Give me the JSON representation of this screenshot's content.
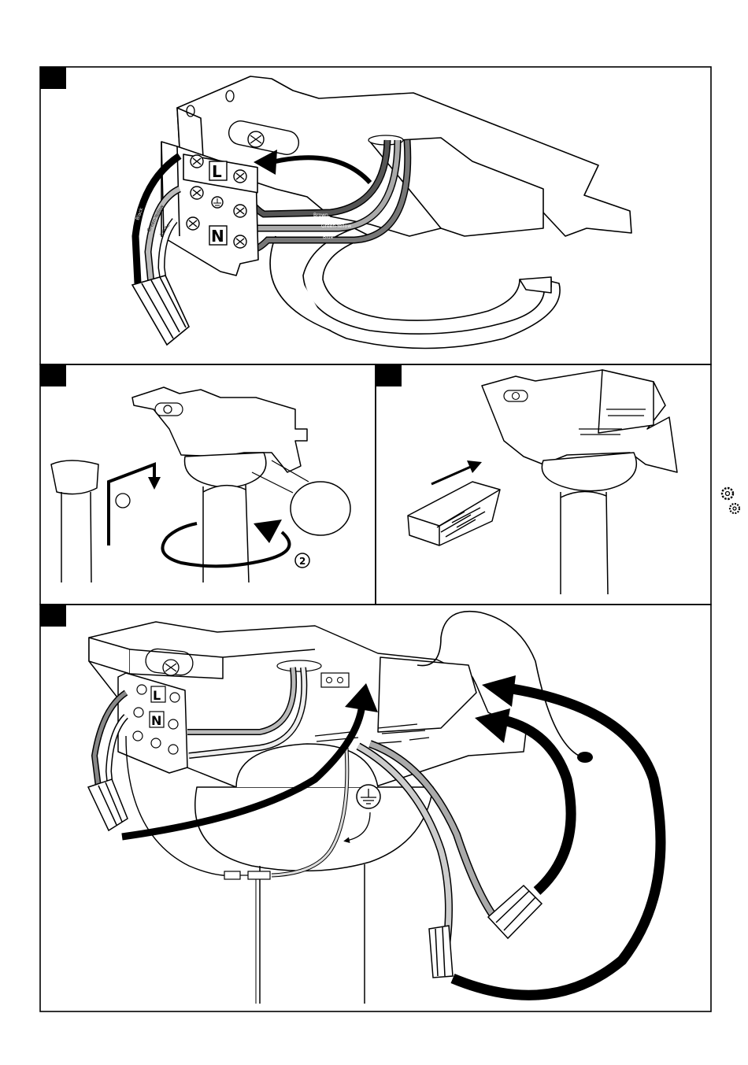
{
  "terminals": {
    "live": "L",
    "neutral": "N"
  },
  "wire_labels": {
    "brown": "Brown",
    "green_yellow": "Green-Yellow",
    "blue": "Blue",
    "black": "Black",
    "white": "White",
    "green_yellow_left": "Green-Yellow"
  },
  "step_number": "2",
  "icons": {
    "earth": "earth-ground-symbol",
    "gears": "gears-icon"
  }
}
